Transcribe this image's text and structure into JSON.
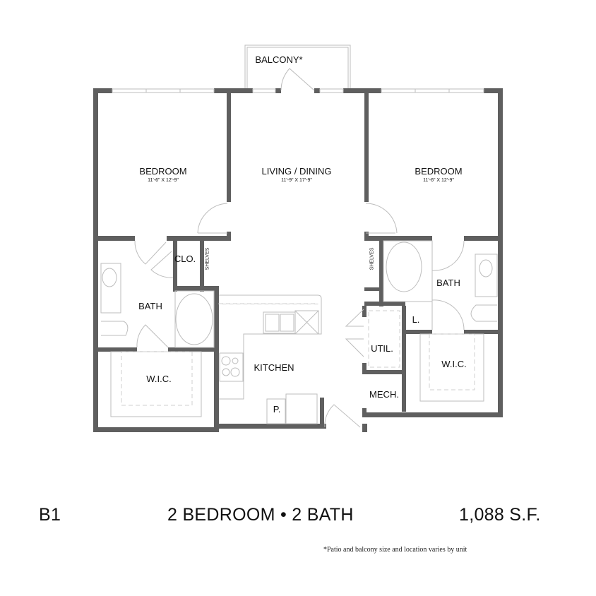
{
  "plan": {
    "rooms": {
      "balcony": {
        "label": "BALCONY*"
      },
      "bedroom_left": {
        "label": "BEDROOM",
        "dims": "11'-6\" X 12'-9\""
      },
      "living": {
        "label": "LIVING / DINING",
        "dims": "11'-9\" X 17'-9\""
      },
      "bedroom_right": {
        "label": "BEDROOM",
        "dims": "11'-6\" X 12'-9\""
      },
      "closet": {
        "label": "CLO."
      },
      "shelves_left": {
        "label": "SHELVES"
      },
      "shelves_right": {
        "label": "SHELVES"
      },
      "bath_left": {
        "label": "BATH"
      },
      "bath_right": {
        "label": "BATH"
      },
      "wic_left": {
        "label": "W.I.C."
      },
      "wic_right": {
        "label": "W.I.C."
      },
      "kitchen": {
        "label": "KITCHEN"
      },
      "pantry": {
        "label": "P."
      },
      "linen": {
        "label": "L."
      },
      "utility": {
        "label": "UTIL."
      },
      "mech": {
        "label": "MECH."
      }
    }
  },
  "footer": {
    "unit": "B1",
    "type": "2 BEDROOM • 2 BATH",
    "area": "1,088 S.F.",
    "note": "*Patio and balcony size and location varies by unit"
  }
}
